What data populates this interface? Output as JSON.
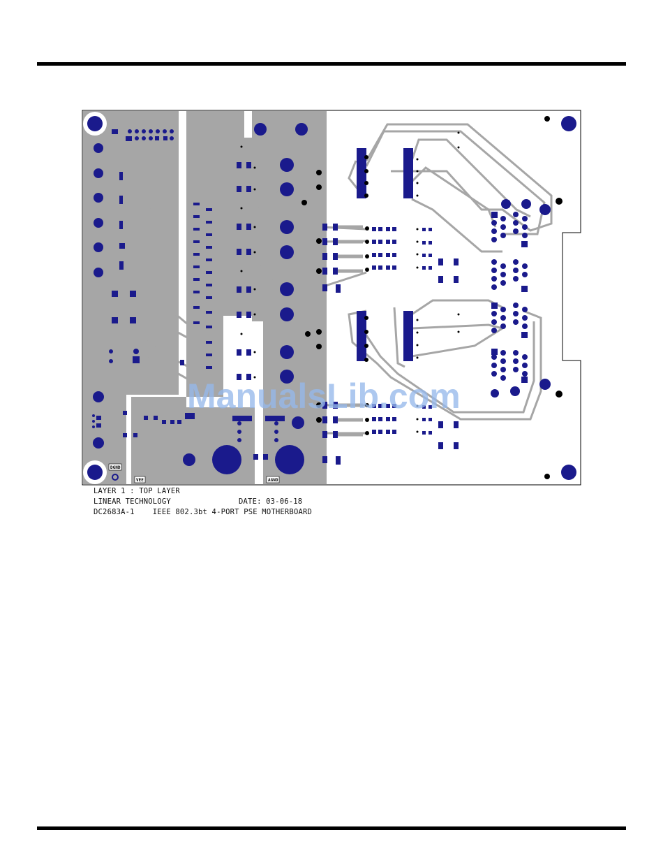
{
  "caption": {
    "layer": "LAYER 1 : TOP LAYER",
    "company": "LINEAR TECHNOLOGY",
    "date": "DATE: 03-06-18",
    "board": "DC2683A-1    IEEE 802.3bt 4-PORT PSE MOTHERBOARD"
  },
  "silkscreen": {
    "dgnd": "DGND",
    "vee": "VEE",
    "agnd": "AGND"
  },
  "watermark": "ManualsLib.com",
  "colors": {
    "copper_pad": "#1a1a8c",
    "copper_pour": "#a6a6a6",
    "trace": "#a6a6a6",
    "board_outline": "#000000"
  }
}
